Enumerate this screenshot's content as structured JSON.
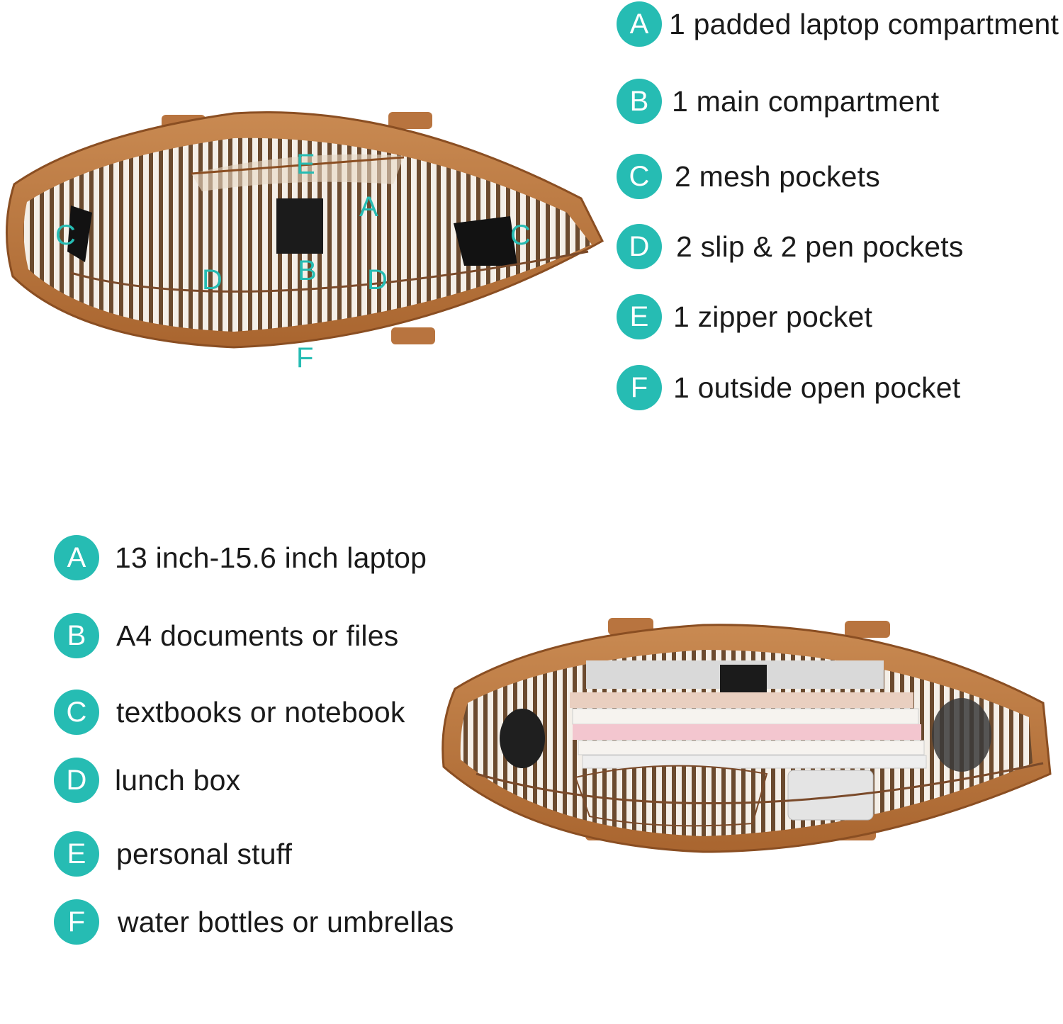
{
  "colors": {
    "accent": "#26bcb3",
    "text": "#1a1a1a",
    "leather": "#b8743f",
    "stripe": "#6b4a2e"
  },
  "compartments": [
    {
      "letter": "A",
      "text": "1 padded laptop compartment"
    },
    {
      "letter": "B",
      "text": "1 main compartment"
    },
    {
      "letter": "C",
      "text": "2 mesh pockets"
    },
    {
      "letter": "D",
      "text": "2 slip & 2 pen pockets"
    },
    {
      "letter": "E",
      "text": "1 zipper pocket"
    },
    {
      "letter": "F",
      "text": "1 outside open pocket"
    }
  ],
  "capacity": [
    {
      "letter": "A",
      "text": "13 inch-15.6 inch laptop"
    },
    {
      "letter": "B",
      "text": "A4 documents or files"
    },
    {
      "letter": "C",
      "text": "textbooks or notebook"
    },
    {
      "letter": "D",
      "text": "lunch box"
    },
    {
      "letter": "E",
      "text": "personal stuff"
    },
    {
      "letter": "F",
      "text": "water bottles or umbrellas"
    }
  ],
  "top_bag_labels": {
    "a": "A",
    "b": "B",
    "c_left": "C",
    "c_right": "C",
    "d_left": "D",
    "d_right": "D",
    "e": "E",
    "f": "F"
  }
}
